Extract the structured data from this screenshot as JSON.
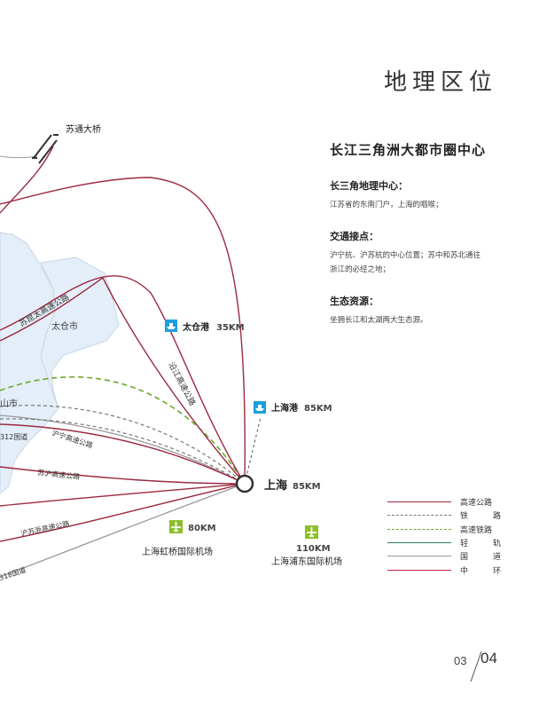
{
  "page_title": "地理区位",
  "info": {
    "headline": "长江三角洲大都市圈中心",
    "sections": [
      {
        "title": "长三角地理中心：",
        "lines": [
          "江苏省的东南门户，上海的咽喉；"
        ]
      },
      {
        "title": "交通接点：",
        "lines": [
          "沪宁杭、沪苏杭的中心位置；苏中和苏北通往",
          "浙江的必经之地；"
        ]
      },
      {
        "title": "生态资源：",
        "lines": [
          "坐拥长江和太湖两大生态源。"
        ]
      }
    ]
  },
  "map": {
    "places": {
      "sutong_bridge": "苏通大桥",
      "taicang": "太仓市",
      "kunshan": "山市",
      "shanghai": "上海",
      "shanghai_dist": "85KM"
    },
    "ports": [
      {
        "name": "太仓港",
        "distance": "35KM"
      },
      {
        "name": "上海港",
        "distance": "85KM"
      }
    ],
    "airports": [
      {
        "name": "上海虹桥国际机场",
        "distance": "80KM"
      },
      {
        "name": "上海浦东国际机场",
        "distance": "110KM"
      }
    ],
    "roads": {
      "sukunta": "苏昆太高速公路",
      "yanjiang": "沿江高速公路",
      "huning": "沪宁高速公路",
      "g312": "312国道",
      "suhu": "苏沪高速公路",
      "huhuzhe": "沪苏浙高速公路",
      "g318": "318国道"
    },
    "colors": {
      "expressway": "#9c2a40",
      "railway": "#777777",
      "high_speed_rail": "#6aaa2a",
      "light_rail": "#2f7a62",
      "national_road": "#999999",
      "ring": "#c62848",
      "city_fill": "#e4eef8",
      "city_border": "#c8d6e6",
      "port_icon": "#1aa0dc",
      "airport_icon": "#8dbf2a"
    },
    "icons": {
      "port": "ship-icon",
      "airport": "plane-icon",
      "bridge": "bridge-icon"
    }
  },
  "legend": [
    {
      "label": "高速公路",
      "style": "solid",
      "color": "#9c2a40"
    },
    {
      "label": "铁路",
      "style": "dashed",
      "color": "#777777"
    },
    {
      "label": "高速铁路",
      "style": "dashed",
      "color": "#6aaa2a"
    },
    {
      "label": "轻轨",
      "style": "solid",
      "color": "#2f7a62"
    },
    {
      "label": "国道",
      "style": "solid",
      "color": "#999999"
    },
    {
      "label": "中环",
      "style": "solid",
      "color": "#c62848"
    }
  ],
  "page": {
    "current": "03",
    "total": "04"
  }
}
